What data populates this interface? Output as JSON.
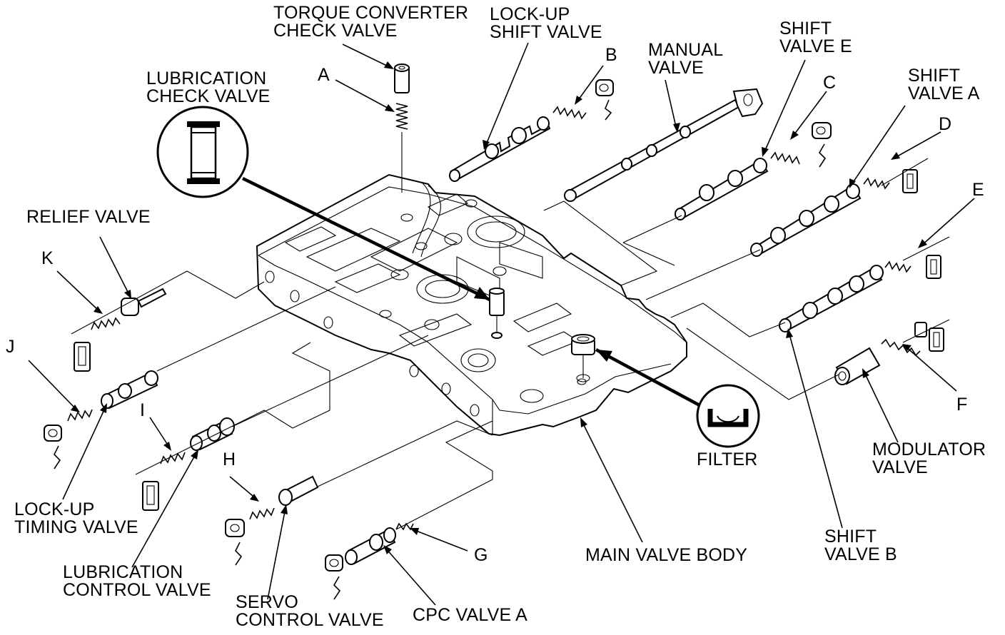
{
  "labels": {
    "torque_converter_check_valve": "TORQUE CONVERTER\nCHECK VALVE",
    "lockup_shift_valve": "LOCK-UP\nSHIFT VALVE",
    "manual_valve": "MANUAL\nVALVE",
    "shift_valve_e": "SHIFT\nVALVE E",
    "shift_valve_a": "SHIFT\nVALVE A",
    "lubrication_check_valve": "LUBRICATION\nCHECK VALVE",
    "relief_valve": "RELIEF VALVE",
    "lockup_timing_valve": "LOCK-UP\nTIMING VALVE",
    "lubrication_control_valve": "LUBRICATION\nCONTROL VALVE",
    "servo_control_valve": "SERVO\nCONTROL VALVE",
    "cpc_valve_a": "CPC VALVE A",
    "main_valve_body": "MAIN VALVE BODY",
    "shift_valve_b": "SHIFT\nVALVE B",
    "modulator_valve": "MODULATOR\nVALVE",
    "filter": "FILTER"
  },
  "callouts": {
    "a": "A",
    "b": "B",
    "c": "C",
    "d": "D",
    "e": "E",
    "f": "F",
    "g": "G",
    "h": "H",
    "i": "I",
    "j": "J",
    "k": "K"
  }
}
